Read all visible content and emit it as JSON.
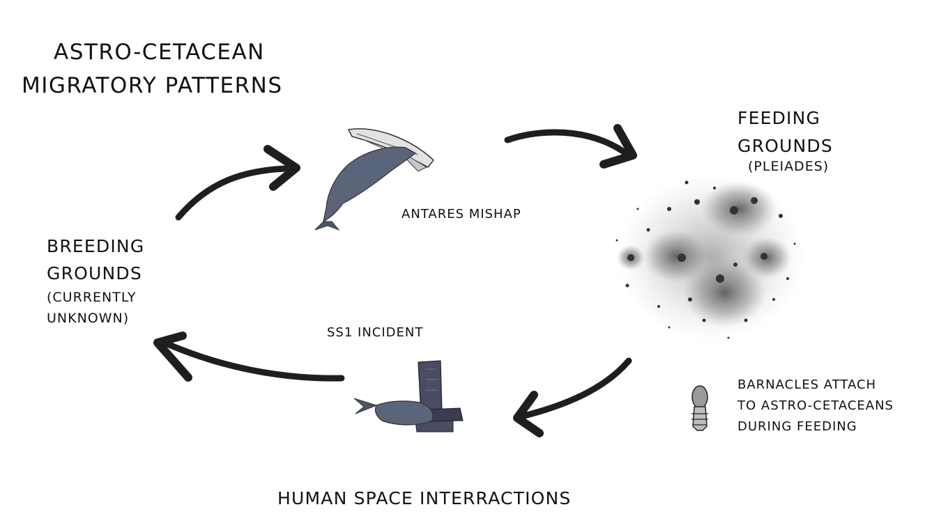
{
  "title": {
    "line1": "ASTRO-CETACEAN",
    "line2": "MIGRATORY PATTERNS"
  },
  "breeding": {
    "line1": "BREEDING",
    "line2": "GROUNDS",
    "line3": "(CURRENTLY",
    "line4": "UNKNOWN)"
  },
  "feeding": {
    "line1": "FEEDING",
    "line2": "GROUNDS",
    "line3": "(PLEIADES)"
  },
  "events": {
    "antares": "ANTARES MISHAP",
    "ss1": "SS1 INCIDENT"
  },
  "barnacles": {
    "line1": "BARNACLES ATTACH",
    "line2": "TO ASTRO-CETACEANS",
    "line3": "DURING FEEDING"
  },
  "footer": "HUMAN SPACE INTERRACTIONS",
  "colors": {
    "arrow": "#1e1e1e",
    "whale": "#5b6478",
    "whale_pattern": "#3f6f9a",
    "ship": "#4a4c63",
    "cluster": "#8a8a8a",
    "barnacle": "#9a9a9a"
  }
}
